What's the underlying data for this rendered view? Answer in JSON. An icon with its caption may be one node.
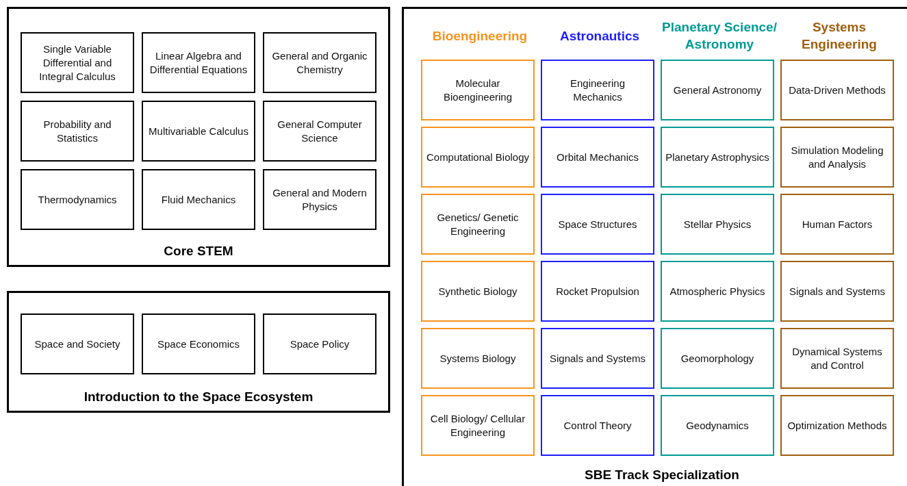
{
  "diagram": {
    "nodes": [
      {
        "text": [
          "Core STEM"
        ]
      },
      {
        "text": [
          "Single Variable Differential and Integral Calculus"
        ],
        "in": 0
      },
      {
        "text": [
          "Linear Algebra and Differential Equations"
        ],
        "in": 0
      },
      {
        "text": [
          "General and Organic Chemistry"
        ],
        "in": 0
      },
      {
        "text": [
          "Probability and Statistics"
        ],
        "in": 0
      },
      {
        "text": [
          "Multivariable Calculus"
        ],
        "in": 0
      },
      {
        "text": [
          "General Computer Science"
        ],
        "in": 0
      },
      {
        "text": [
          "Thermodynamics"
        ],
        "in": 0
      },
      {
        "text": [
          "Fluid Mechanics"
        ],
        "in": 0
      },
      {
        "text": [
          "General and Modern Physics"
        ],
        "in": 0
      },
      {
        "text": [
          "Introduction to the Space Ecosystem"
        ]
      },
      {
        "text": [
          "Space and Society"
        ],
        "in": 10
      },
      {
        "text": [
          "Space Economics"
        ],
        "in": 10
      },
      {
        "text": [
          "Space Policy"
        ],
        "in": 10
      },
      {
        "text": [
          "SBE Track Specialization"
        ]
      },
      {
        "text": [
          "Molecular Bioengineering"
        ],
        "in": 14
      },
      {
        "text": [
          "Engineering Mechanics"
        ],
        "in": 14
      },
      {
        "text": [
          "General Astronomy"
        ],
        "in": 14
      },
      {
        "text": [
          "Data-Driven Methods"
        ],
        "in": 14
      },
      {
        "text": [
          "Computational Biology"
        ],
        "in": 14
      },
      {
        "text": [
          "Orbital Mechanics"
        ],
        "in": 14
      },
      {
        "text": [
          "Planetary Astrophysics"
        ],
        "in": 14
      },
      {
        "text": [
          "Simulation Modeling and Analysis"
        ],
        "in": 14
      },
      {
        "text": [
          "Genetics/ Genetic Engineering"
        ],
        "in": 14
      },
      {
        "text": [
          "Space Structures"
        ],
        "in": 14
      },
      {
        "text": [
          "Stellar Physics"
        ],
        "in": 14
      },
      {
        "text": [
          "Human Factors"
        ],
        "in": 14
      },
      {
        "text": [
          "Synthetic Biology"
        ],
        "in": 14
      },
      {
        "text": [
          "Rocket Propulsion"
        ],
        "in": 14
      },
      {
        "text": [
          "Atmospheric Physics"
        ],
        "in": 14
      },
      {
        "text": [
          "Signals and Systems"
        ],
        "in": 14
      },
      {
        "text": [
          "Systems Biology"
        ],
        "in": 14
      },
      {
        "text": [
          "Signals and Systems"
        ],
        "in": 14
      },
      {
        "text": [
          "Geomorphology"
        ],
        "in": 14
      },
      {
        "text": [
          "Dynamical Systems and Control"
        ],
        "in": 14
      },
      {
        "text": [
          "Cell Biology/ Cellular Engineering"
        ],
        "in": 14
      },
      {
        "text": [
          "Control Theory"
        ],
        "in": 14
      },
      {
        "text": [
          "Geodynamics"
        ],
        "in": 14
      },
      {
        "text": [
          "Optimization Methods"
        ],
        "in": 14
      }
    ],
    "labels": [
      "Bioengineering",
      "Astronautics",
      "Planetary Science/ Astronomy",
      "Systems Engineering"
    ]
  }
}
